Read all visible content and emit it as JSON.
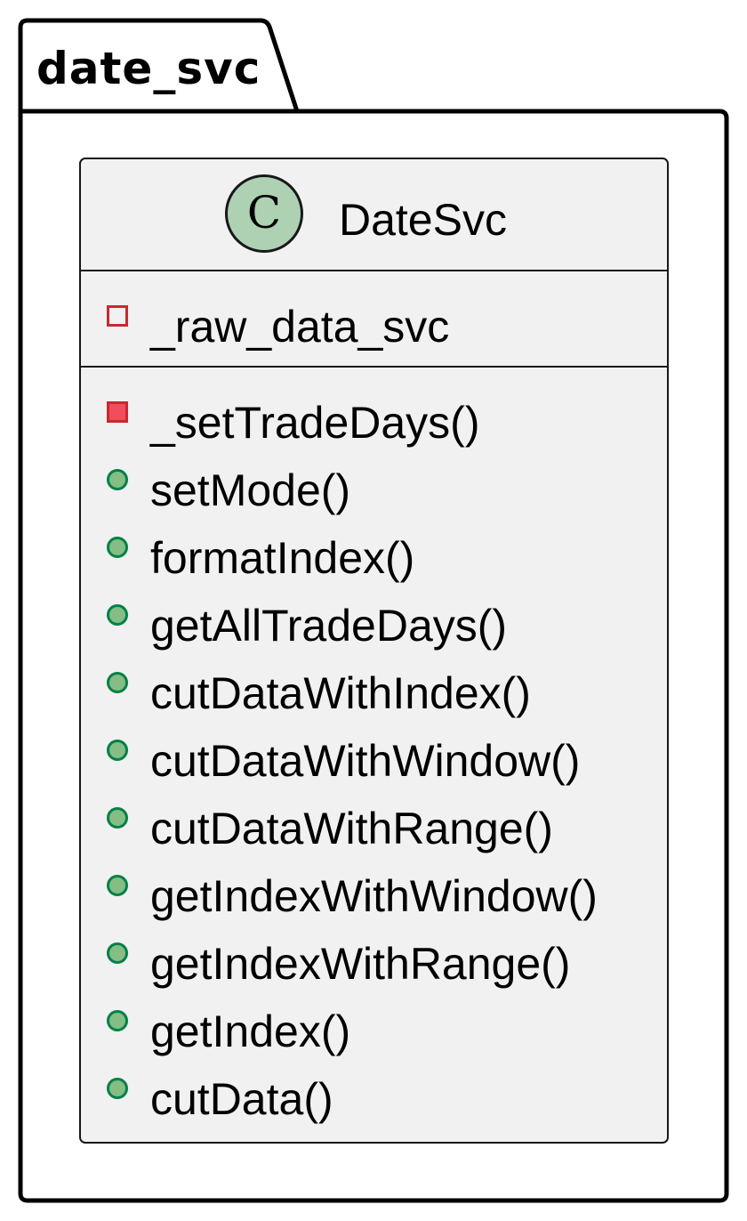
{
  "package": {
    "name": "date_svc"
  },
  "class": {
    "stereotype_letter": "C",
    "name": "DateSvc",
    "fields": [
      {
        "name": "_raw_data_svc",
        "visibility": "private"
      }
    ],
    "methods": [
      {
        "name": "_setTradeDays()",
        "visibility": "private"
      },
      {
        "name": "setMode()",
        "visibility": "public"
      },
      {
        "name": "formatIndex()",
        "visibility": "public"
      },
      {
        "name": "getAllTradeDays()",
        "visibility": "public"
      },
      {
        "name": "cutDataWithIndex()",
        "visibility": "public"
      },
      {
        "name": "cutDataWithWindow()",
        "visibility": "public"
      },
      {
        "name": "cutDataWithRange()",
        "visibility": "public"
      },
      {
        "name": "getIndexWithWindow()",
        "visibility": "public"
      },
      {
        "name": "getIndexWithRange()",
        "visibility": "public"
      },
      {
        "name": "getIndex()",
        "visibility": "public"
      },
      {
        "name": "cutData()",
        "visibility": "public"
      }
    ]
  },
  "colors": {
    "class_background": "#f1f1f1",
    "class_circle": "#add1b2",
    "border": "#181818",
    "private_border": "#c82930",
    "private_method_fill": "#f24d5c",
    "public_fill": "#84be84",
    "public_border": "#038048"
  }
}
